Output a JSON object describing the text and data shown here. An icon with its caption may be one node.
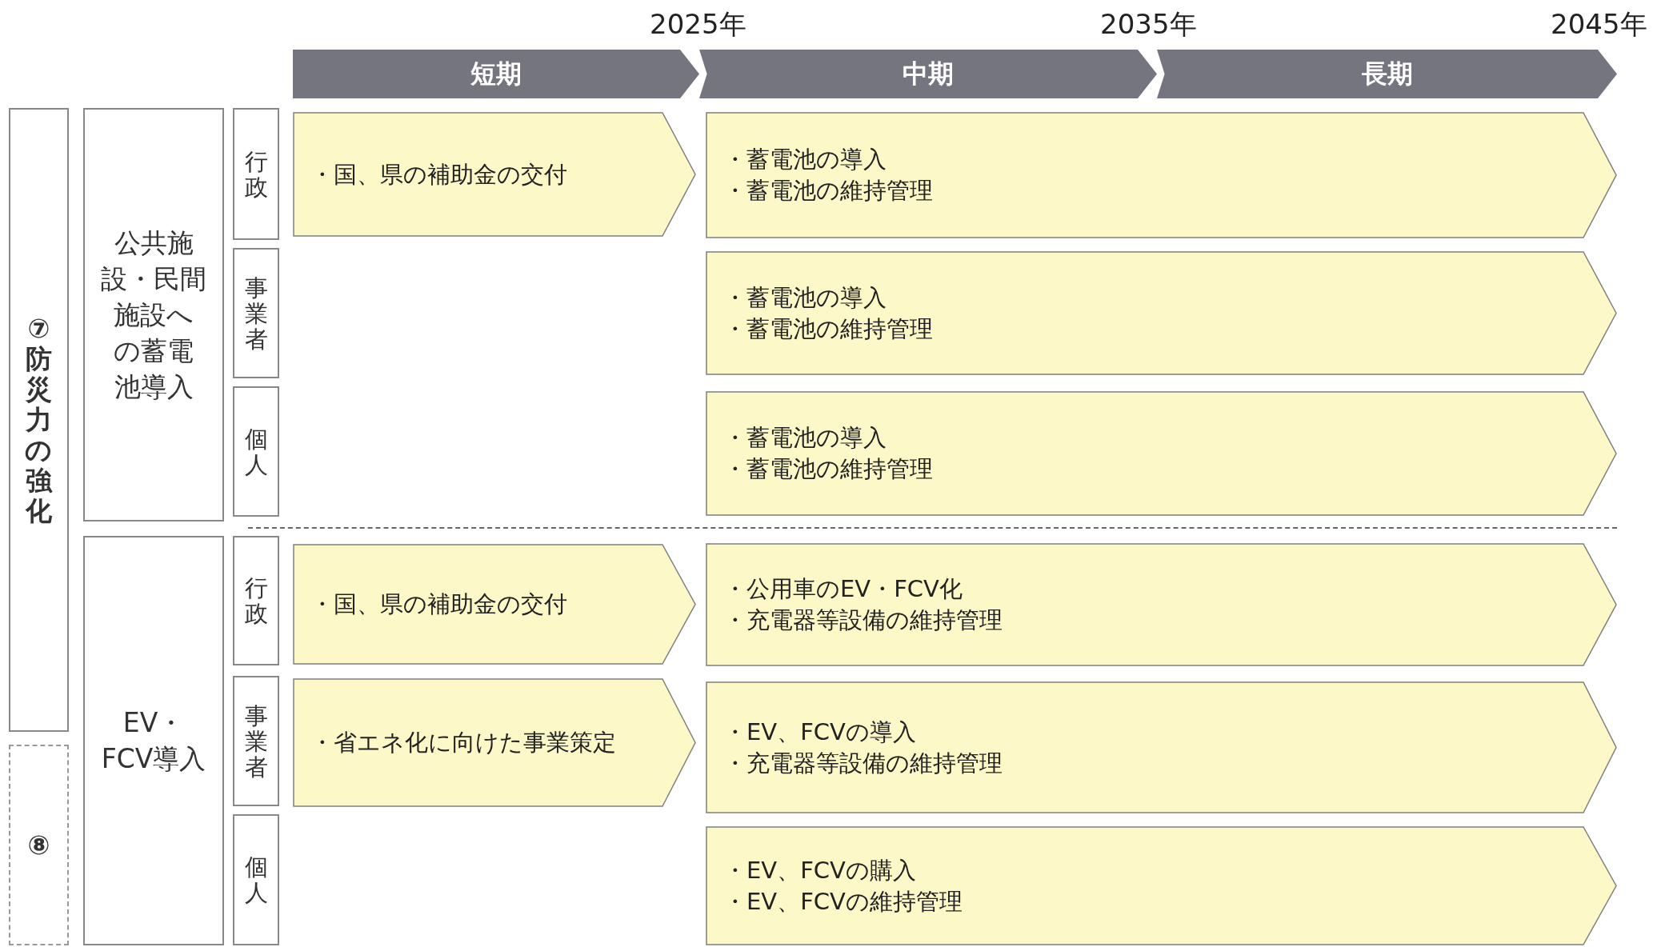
{
  "diagram": {
    "nodes": [
      {
        "text": [
          "短期"
        ]
      },
      {
        "text": [
          "中期"
        ]
      },
      {
        "text": [
          "長期"
        ]
      },
      {
        "text": [
          "⑦防災力の強化"
        ]
      },
      {
        "text": [
          "公共施設・民間施設への蓄電池導入"
        ]
      },
      {
        "text": [
          "行政"
        ]
      },
      {
        "text": [
          "・国、県の補助金の交付"
        ]
      },
      {
        "text": [
          "・蓄電池の導入",
          "・蓄電池の維持管理"
        ]
      },
      {
        "text": [
          "事業者"
        ]
      },
      {
        "text": [
          "・蓄電池の導入",
          "・蓄電池の維持管理"
        ]
      },
      {
        "text": [
          "個人"
        ]
      },
      {
        "text": [
          "・蓄電池の導入",
          "・蓄電池の維持管理"
        ]
      },
      {
        "text": [
          "EV・FCV導入"
        ]
      },
      {
        "text": [
          "行政"
        ]
      },
      {
        "text": [
          "・国、県の補助金の交付"
        ]
      },
      {
        "text": [
          "・公用車のEV・FCV化",
          "・充電器等設備の維持管理"
        ]
      },
      {
        "text": [
          "事業者"
        ]
      },
      {
        "text": [
          "・省エネ化に向けた事業策定"
        ]
      },
      {
        "text": [
          "・EV、FCVの導入",
          "・充電器等設備の維持管理"
        ]
      },
      {
        "text": [
          "個人"
        ]
      },
      {
        "text": [
          "・EV、FCVの購入",
          "・EV、FCVの維持管理"
        ]
      },
      {
        "text": [
          "⑧"
        ]
      }
    ],
    "labels": [
      "2025年",
      "2035年",
      "2045年"
    ]
  }
}
